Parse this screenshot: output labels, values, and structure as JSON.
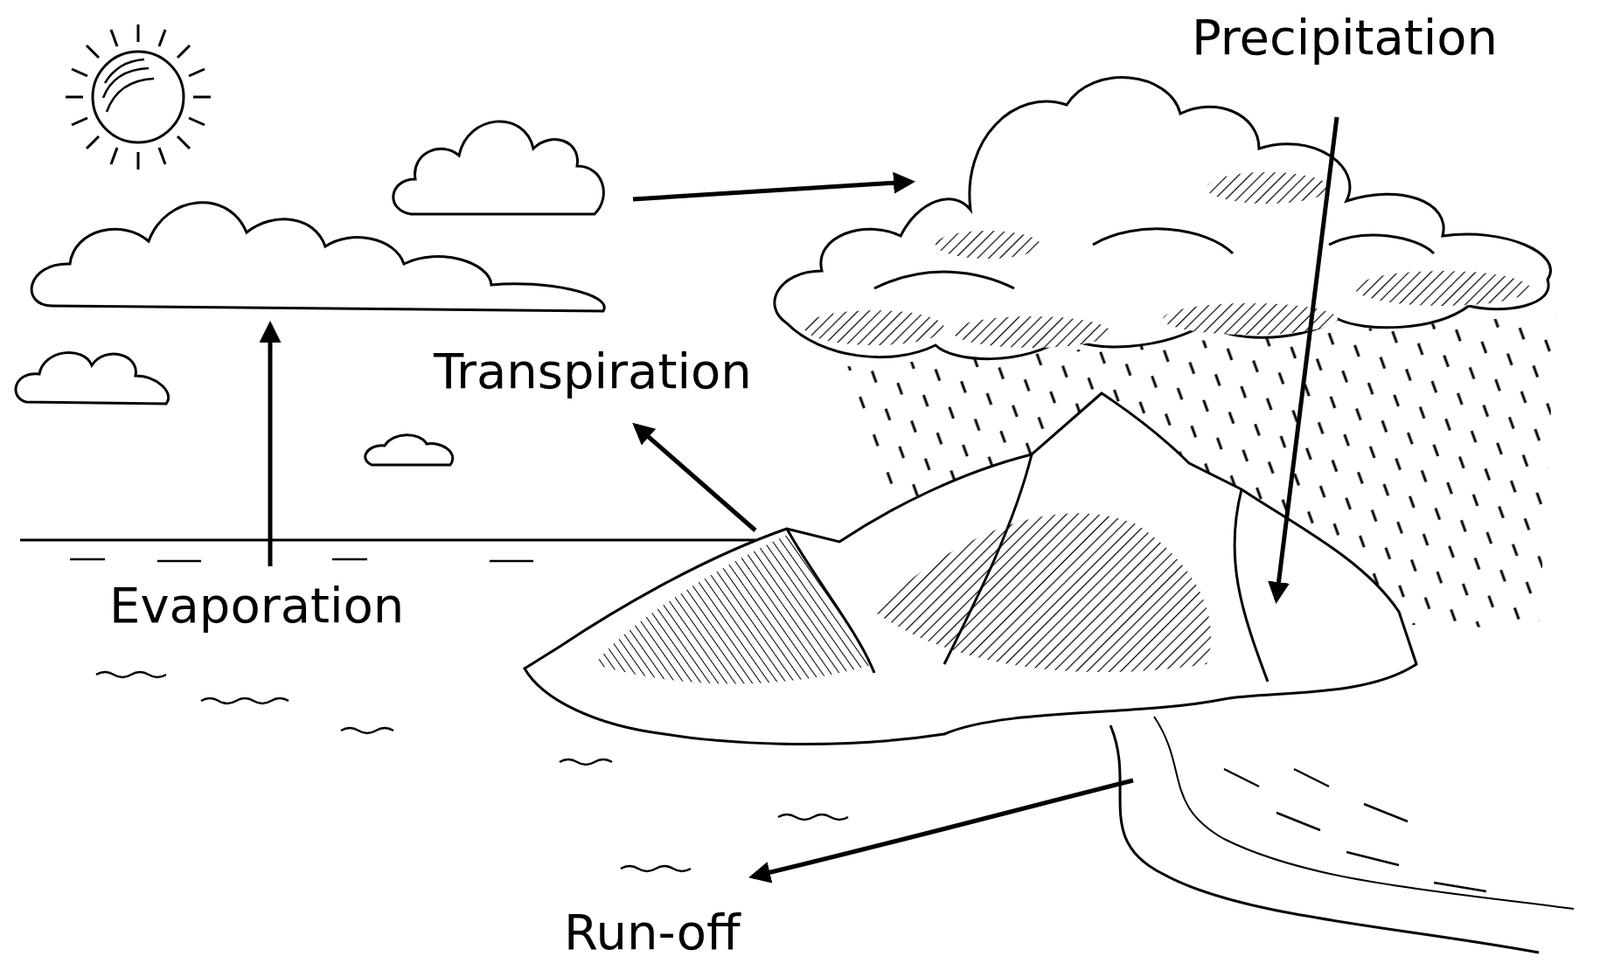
{
  "diagram": {
    "labels": [
      "Precipitation",
      "Transpiration",
      "Evaporation",
      "Run-off"
    ]
  }
}
